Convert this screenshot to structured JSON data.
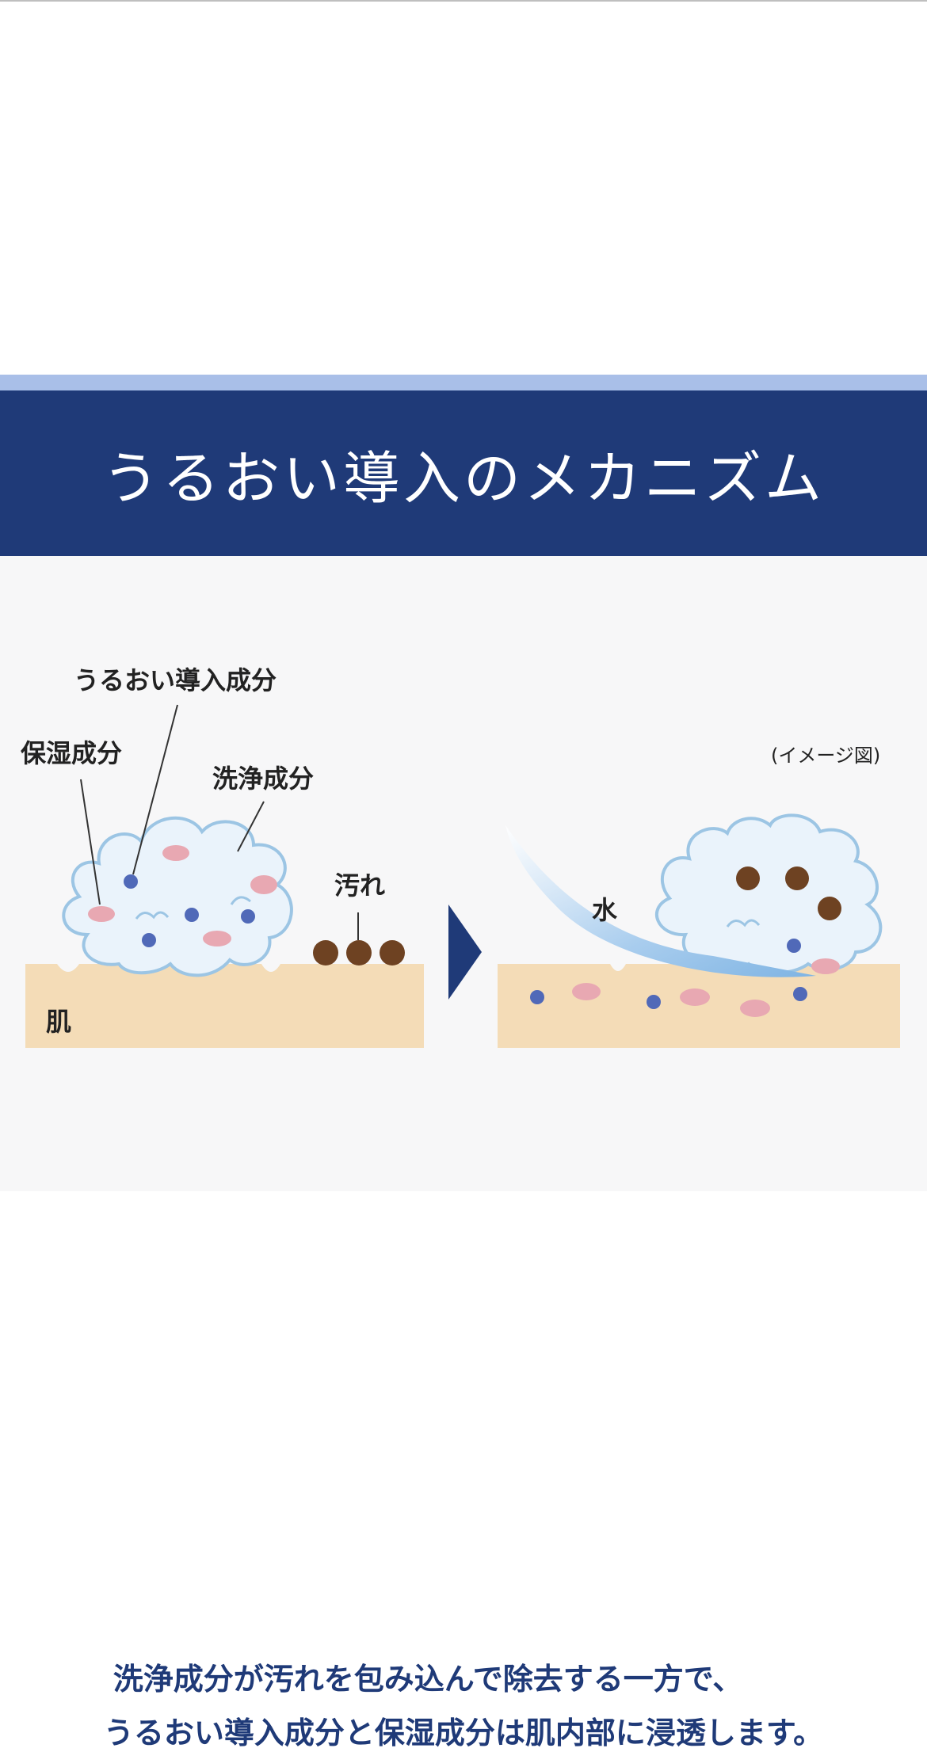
{
  "header": {
    "title": "うるおい導入のメカニズム"
  },
  "diagram": {
    "labels": {
      "moisture_intro": "うるおい導入成分",
      "humectant": "保湿成分",
      "cleansing": "洗浄成分",
      "dirt": "汚れ",
      "skin": "肌",
      "water": "水",
      "image_note": "(イメージ図)"
    },
    "colors": {
      "navy": "#1f3a78",
      "accent": "#a9bfe8",
      "skin": "#f4dcb7",
      "foam": "#eaf3fb",
      "foam_outline": "#9cc5e4",
      "blue_dot": "#5069b8",
      "pink_dot": "#e8a8b2",
      "dirt_dot": "#6e4222",
      "water": "#a9cdee"
    },
    "arrow_icon": "chevron-right-icon"
  },
  "caption": {
    "line1": "洗浄成分が汚れを包み込んで除去する一方で、",
    "line2": "うるおい導入成分と保湿成分は肌内部に浸透します。"
  }
}
